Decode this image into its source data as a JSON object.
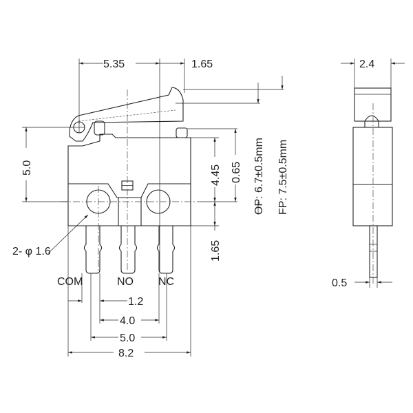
{
  "drawing": {
    "front_view": {
      "dim_lever_pivot_to_center": "5.35",
      "dim_center_to_lever_end": "1.65",
      "dim_height_pivot": "5.0",
      "dim_height_body": "4.45",
      "dim_plunger": "0.65",
      "dim_pin_length": "1.65",
      "hole_label": "2- φ 1.6",
      "op_label": "OP: 6.7±0.5mm",
      "fp_label": "FP: 7.5±0.5mm",
      "terminals": [
        "COM",
        "NO",
        "NC"
      ],
      "dim_pin_width": "1.2",
      "dim_pin_spacing_inner": "4.0",
      "dim_pin_spacing_outer": "5.0",
      "dim_total_width": "8.2"
    },
    "side_view": {
      "dim_width": "2.4",
      "dim_pin_thickness": "0.5"
    }
  }
}
